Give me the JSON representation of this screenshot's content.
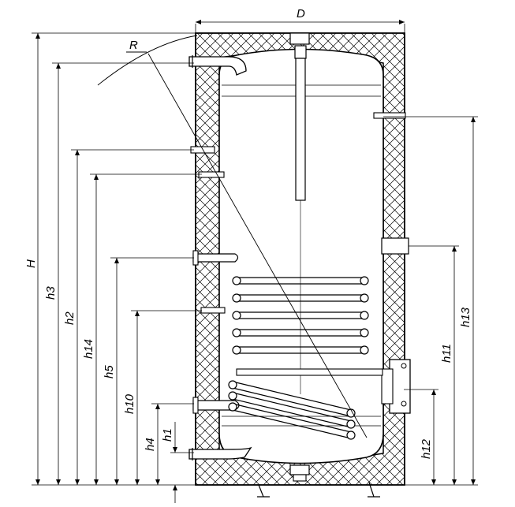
{
  "labels": {
    "D": "D",
    "R": "R",
    "H": "H",
    "h1": "h1",
    "h2": "h2",
    "h3": "h3",
    "h4": "h4",
    "h5": "h5",
    "h10": "h10",
    "h11": "h11",
    "h12": "h12",
    "h13": "h13",
    "h14": "h14"
  },
  "colors": {
    "line": "#000000",
    "insulation_hatch": "#000000",
    "background": "#ffffff"
  }
}
